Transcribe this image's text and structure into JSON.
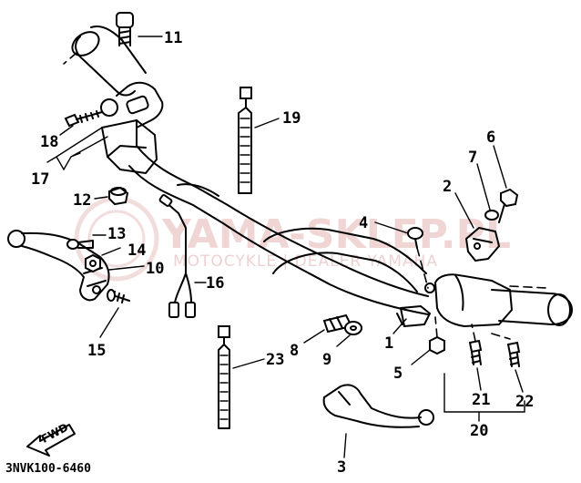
{
  "callouts": {
    "c1": "1",
    "c2": "2",
    "c3": "3",
    "c4": "4",
    "c5": "5",
    "c6": "6",
    "c7": "7",
    "c8": "8",
    "c9": "9",
    "c10": "10",
    "c11": "11",
    "c12": "12",
    "c13": "13",
    "c14": "14",
    "c15": "15",
    "c16": "16",
    "c17": "17",
    "c18": "18",
    "c19": "19",
    "c20": "20",
    "c21": "21",
    "c22": "22",
    "c23": "23"
  },
  "drawing_code": "3NVK100-6460",
  "forward_label": "FWD",
  "watermark": {
    "brand": "YAMA-SKLEP.PL",
    "tagline": "MOTOCYKLE | DEALER YAMAHA"
  },
  "colors": {
    "line": "#000000",
    "watermark": "#e4b4b4",
    "background": "#ffffff"
  }
}
